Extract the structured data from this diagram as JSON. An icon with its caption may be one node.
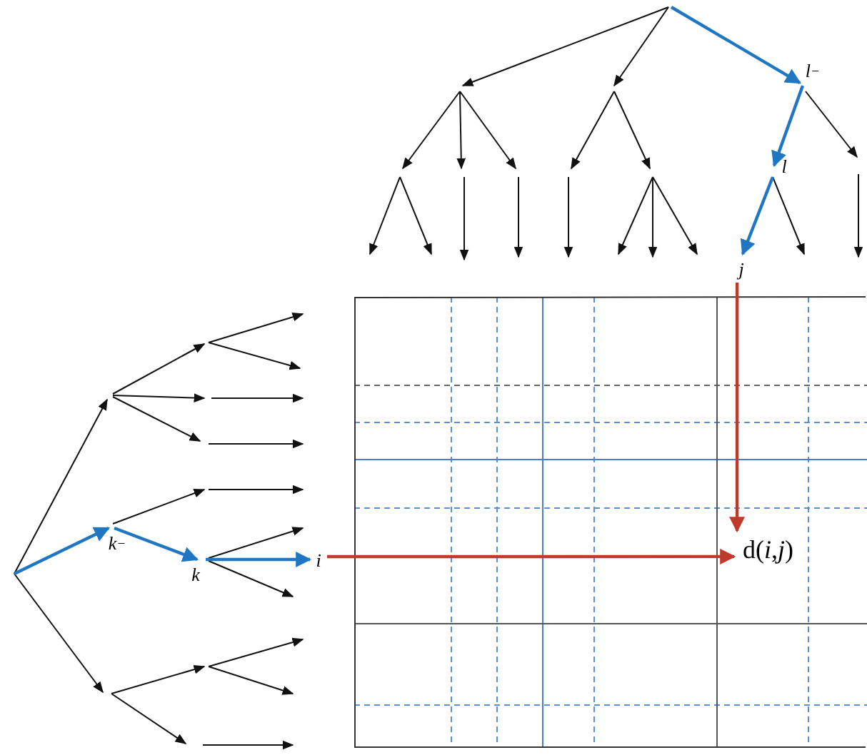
{
  "diagram": {
    "nodes": [
      {
        "text": [
          "l$_{−}$"
        ]
      },
      {
        "text": [
          "l"
        ]
      },
      {
        "text": [
          "j"
        ]
      },
      {
        "text": [
          "k$_{−}$"
        ]
      },
      {
        "text": [
          "k"
        ]
      },
      {
        "text": [
          "i"
        ]
      },
      {
        "text": [
          "d(*i*,*j*)"
        ]
      }
    ],
    "edges": [
      {
        "from": null,
        "to": 0,
        "arrow": "to",
        "color": "#1f77c4"
      },
      {
        "from": 0,
        "to": 1,
        "arrow": "to",
        "color": "#1f77c4"
      },
      {
        "from": 1,
        "to": 2,
        "arrow": "to",
        "color": "#1f77c4"
      },
      {
        "from": null,
        "to": 3,
        "arrow": "to",
        "color": "#1f77c4"
      },
      {
        "from": 3,
        "to": 4,
        "arrow": "to",
        "color": "#1f77c4"
      },
      {
        "from": 4,
        "to": 5,
        "arrow": "to",
        "color": "#1f77c4"
      },
      {
        "from": 2,
        "to": 6,
        "arrow": "to",
        "color": "#c0392b"
      },
      {
        "from": 5,
        "to": 6,
        "arrow": "to",
        "color": "#c0392b"
      }
    ]
  }
}
